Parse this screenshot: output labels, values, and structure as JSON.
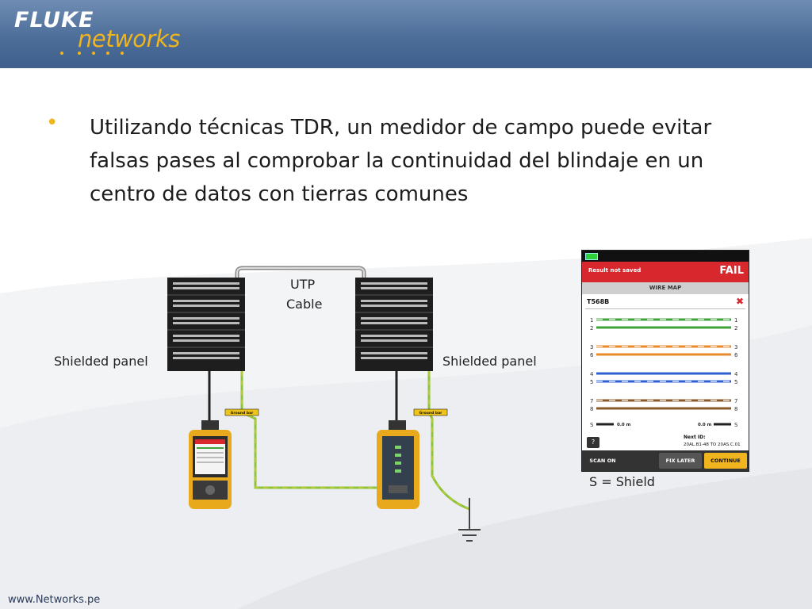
{
  "header": {
    "logo_fluke": "FLUKE",
    "logo_networks": "networks"
  },
  "bullet": {
    "symbol": "•",
    "text": "Utilizando técnicas TDR, un medidor de campo puede evitar falsas pases al comprobar la continuidad del blindaje en un centro de datos con tierras comunes"
  },
  "diagram": {
    "cable_label_line1": "UTP",
    "cable_label_line2": "Cable",
    "left_panel_label": "Shielded panel",
    "right_panel_label": "Shielded panel",
    "ground_bar_label": "Ground bar",
    "shield_caption": "S = Shield"
  },
  "tester_screen": {
    "status_text": "Result not saved",
    "result": "FAIL",
    "title": "WIRE MAP",
    "standard": "T568B",
    "pins": [
      "1",
      "2",
      "3",
      "6",
      "4",
      "5",
      "7",
      "8"
    ],
    "shield_pin": "S",
    "shield_length_left": "0.0 m",
    "shield_length_right": "0.0 m",
    "help_symbol": "?",
    "next_id_label": "Next ID:",
    "next_id_value": "20AL.B1-48 TO 20AS.C.01",
    "buttons": {
      "scan_on": "SCAN ON",
      "fix_later": "FIX LATER",
      "continue": "CONTINUE"
    }
  },
  "colors": {
    "header_blue": "#4d6e99",
    "accent_yellow": "#f0b51e",
    "fail_red": "#d8282d",
    "wire_green": "#3fa33a",
    "wire_orange": "#e88a2a",
    "wire_blue": "#2f5fd0",
    "wire_brown": "#8b5a2b"
  },
  "footer": {
    "url": "www.Networks.pe"
  }
}
